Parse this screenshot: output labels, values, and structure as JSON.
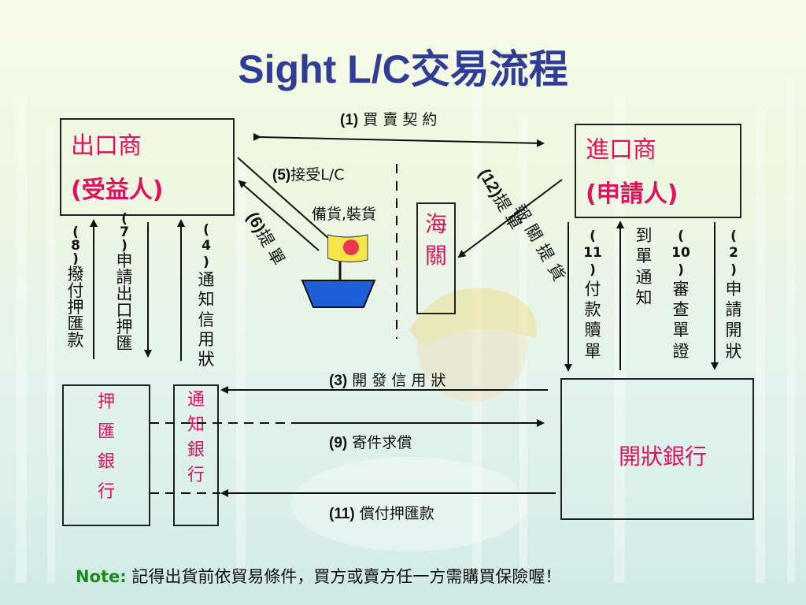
{
  "title": "Sight L/C交易流程",
  "exporter": {
    "line1": "出口商",
    "line2": "(受益人)"
  },
  "importer": {
    "line1": "進口商",
    "line2": "(申請人)"
  },
  "customs": [
    "海",
    "關"
  ],
  "negotiating_bank": [
    "押",
    "匯",
    "銀",
    "行"
  ],
  "advising_bank": [
    "通",
    "知",
    "銀",
    "行"
  ],
  "issuing_bank": "開狀銀行",
  "steps": {
    "s1": {
      "num": "(1)",
      "text": "買 賣 契 約"
    },
    "s2": {
      "num": "2",
      "chars": [
        "申",
        "請",
        "開",
        "狀"
      ]
    },
    "s3": {
      "num": "(3)",
      "text": "開 發 信 用 狀"
    },
    "s4": {
      "num": "4",
      "chars": [
        "通",
        "知",
        "信",
        "用",
        "狀"
      ]
    },
    "s5": {
      "num": "(5)",
      "text": "接受L/C"
    },
    "s5b": "備貨,裝貨",
    "s6": {
      "num": "6",
      "text": "提單"
    },
    "s7": {
      "num": "7",
      "chars": [
        "申",
        "請",
        "出",
        "口",
        "押",
        "匯"
      ]
    },
    "s8": {
      "num": "8",
      "chars": [
        "撥",
        "付",
        "押",
        "匯",
        "款"
      ]
    },
    "s9": {
      "num": "(9)",
      "text": "寄件求償"
    },
    "s10": {
      "num": "10",
      "chars": [
        "審",
        "查",
        "單",
        "證"
      ]
    },
    "s10b": [
      "到",
      "單",
      "通",
      "知"
    ],
    "s11": {
      "num": "11",
      "chars": [
        "付",
        "款",
        "贖",
        "單"
      ]
    },
    "s11b": {
      "num": "(11)",
      "text": "償付押匯款"
    },
    "s12": {
      "num": "12",
      "text": "提單"
    },
    "s12b": "報關提貨"
  },
  "note": {
    "key": "Note:",
    "text": "記得出貨前依貿易條件，買方或賣方任一方需購買保險喔！"
  },
  "colors": {
    "title": "#2f3d97",
    "accent": "#e0115f",
    "note_key": "#1a8a1a",
    "flag": "#f5e64a",
    "ship": "#1e5fd8"
  }
}
